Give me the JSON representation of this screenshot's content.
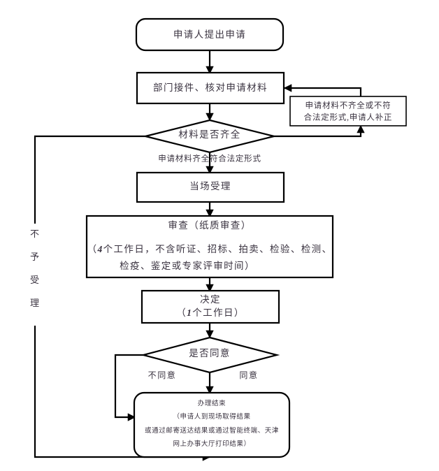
{
  "diagram": {
    "type": "flowchart",
    "orientation": "top-to-bottom",
    "title_present": false,
    "colors": {
      "background": "#ffffff",
      "stroke": "#000000",
      "text": "#3a3340"
    },
    "nodes": {
      "start": {
        "shape": "rounded-rectangle",
        "label": "申请人提出申请"
      },
      "receive": {
        "shape": "rectangle",
        "label": "部门接件、核对申请材料"
      },
      "supplement": {
        "shape": "rectangle",
        "line1": "申请材料不齐全或不符",
        "line2": "合法定形式,申请人补正"
      },
      "decision_materials": {
        "shape": "diamond",
        "label": "材料是否齐全"
      },
      "accept": {
        "shape": "rectangle",
        "label": "当场受理"
      },
      "review": {
        "shape": "rectangle",
        "title": "审查（纸质审查）",
        "detail_line1_prefix": "（",
        "detail_line1_num": "4",
        "detail_line1_rest": "个工作日，不含听证、招标、拍卖、检验、检测、",
        "detail_line2": "检疫、鉴定或专家评审时间）"
      },
      "decide": {
        "shape": "rectangle",
        "line1": "决定",
        "line2_prefix": "（",
        "line2_num": "1",
        "line2_rest": "个工作日）"
      },
      "decision_agree": {
        "shape": "diamond",
        "label": "是否同意"
      },
      "finish": {
        "shape": "rounded-rectangle",
        "line1": "办理结束",
        "line2": "（申请人到现场取得结果",
        "line3": "或通过邮寄送达结果或通过智能终端、天津",
        "line4": "网上办事大厅打印结果）"
      }
    },
    "edge_labels": {
      "materials_complete": "申请材料齐全符合法定形式",
      "not_agree": "不同意",
      "agree": "同意",
      "reject_vertical": "不予受理",
      "reject_vertical_chars": [
        "不",
        "予",
        "受",
        "理"
      ]
    },
    "edges": [
      {
        "from": "start",
        "to": "receive",
        "label": "",
        "arrow": true
      },
      {
        "from": "receive",
        "to": "decision_materials",
        "label": "",
        "arrow": true
      },
      {
        "from": "decision_materials",
        "to": "supplement",
        "label": "",
        "arrow": true
      },
      {
        "from": "supplement",
        "to": "receive",
        "label": "",
        "arrow": true
      },
      {
        "from": "decision_materials",
        "to": "accept",
        "label": "申请材料齐全符合法定形式",
        "arrow": true
      },
      {
        "from": "decision_materials",
        "to": "reject-path",
        "label": "不予受理",
        "arrow": false
      },
      {
        "from": "accept",
        "to": "review",
        "label": "",
        "arrow": true
      },
      {
        "from": "review",
        "to": "decide",
        "label": "",
        "arrow": true
      },
      {
        "from": "decide",
        "to": "decision_agree",
        "label": "",
        "arrow": true
      },
      {
        "from": "decision_agree",
        "to": "finish",
        "label": "同意",
        "arrow": true
      },
      {
        "from": "decision_agree",
        "to": "finish",
        "label": "不同意",
        "arrow": true
      },
      {
        "from": "reject-path",
        "to": "finish",
        "label": "",
        "arrow": true
      }
    ]
  }
}
